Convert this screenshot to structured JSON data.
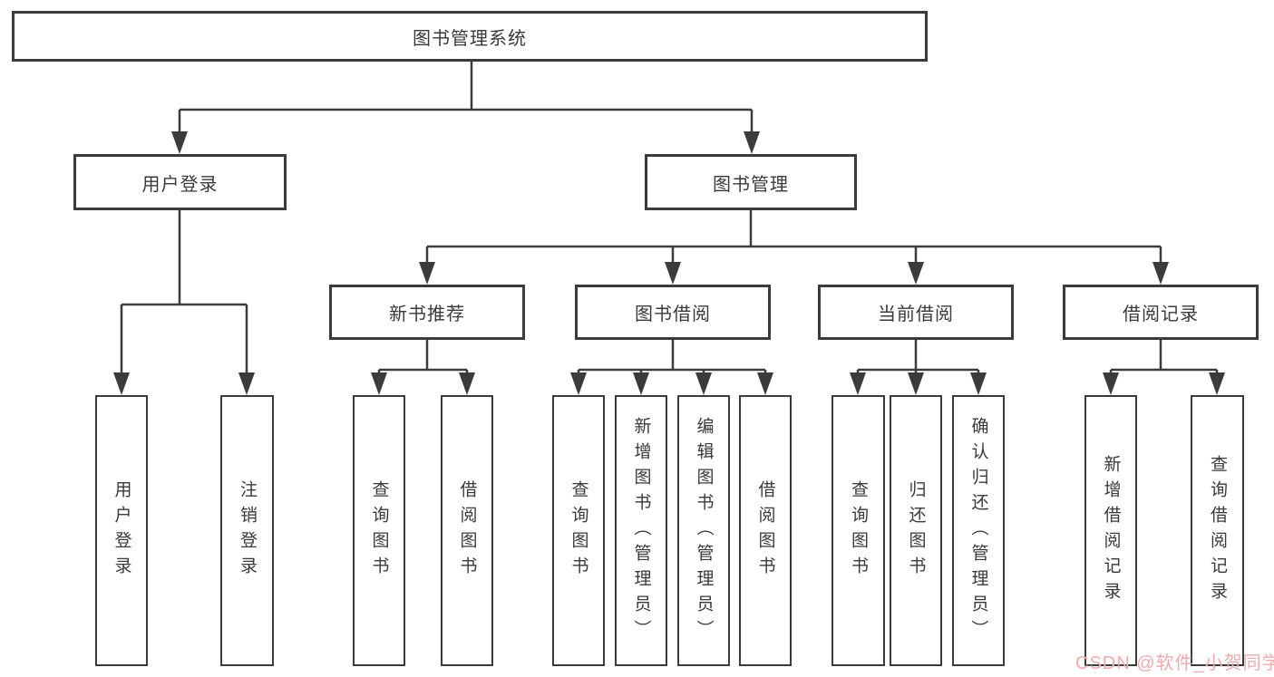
{
  "colors": {
    "line": "#3b3b3b",
    "border": "#3b3b3b",
    "text": "#3a3a3a",
    "background": "#ffffff",
    "watermark": "#eeacac"
  },
  "diagram": {
    "root": {
      "label": "图书管理系统"
    },
    "branches": [
      {
        "label": "用户登录",
        "leaves": [
          {
            "label": "用户登录"
          },
          {
            "label": "注销登录"
          }
        ]
      },
      {
        "label": "图书管理",
        "children": [
          {
            "label": "新书推荐",
            "leaves": [
              {
                "label": "查询图书"
              },
              {
                "label": "借阅图书"
              }
            ]
          },
          {
            "label": "图书借阅",
            "leaves": [
              {
                "label": "查询图书"
              },
              {
                "label": "新增图书（管理员）"
              },
              {
                "label": "编辑图书（管理员）"
              },
              {
                "label": "借阅图书"
              }
            ]
          },
          {
            "label": "当前借阅",
            "leaves": [
              {
                "label": "查询图书"
              },
              {
                "label": "归还图书"
              },
              {
                "label": "确认归还（管理员）"
              }
            ]
          },
          {
            "label": "借阅记录",
            "leaves": [
              {
                "label": "新增借阅记录"
              },
              {
                "label": "查询借阅记录"
              }
            ]
          }
        ]
      }
    ]
  },
  "watermark": {
    "text": "CSDN @软件_小贺同学"
  }
}
